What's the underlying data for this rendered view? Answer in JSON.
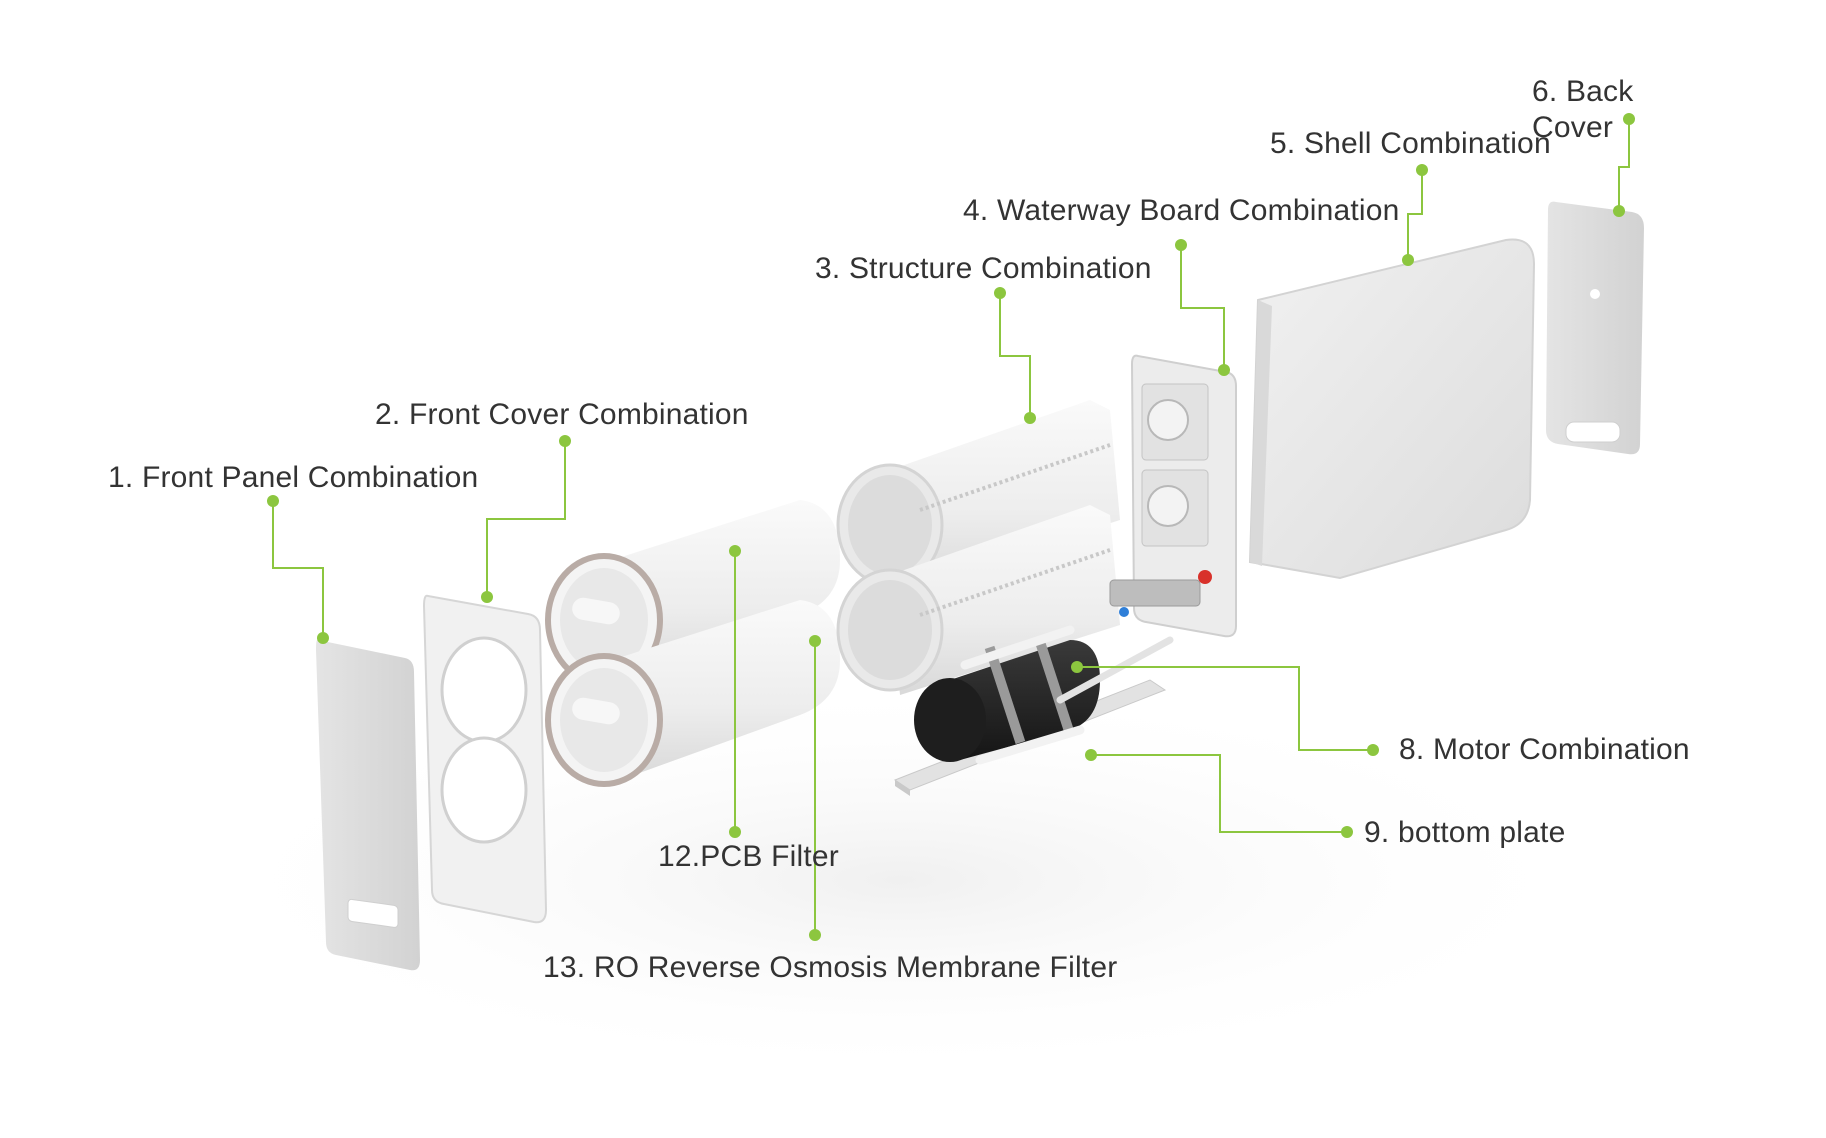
{
  "diagram": {
    "type": "exploded-view",
    "subject": "RO water purifier",
    "accent_color": "#8cc63f",
    "text_color": "#333333",
    "labels": [
      {
        "id": "front-panel",
        "number": 1,
        "text": "1. Front Panel Combination"
      },
      {
        "id": "front-cover",
        "number": 2,
        "text": "2. Front Cover Combination"
      },
      {
        "id": "structure",
        "number": 3,
        "text": "3. Structure Combination"
      },
      {
        "id": "waterway-board",
        "number": 4,
        "text": "4. Waterway Board Combination"
      },
      {
        "id": "shell",
        "number": 5,
        "text": "5. Shell Combination"
      },
      {
        "id": "back-cover",
        "number": 6,
        "text": "6. Back Cover"
      },
      {
        "id": "motor",
        "number": 8,
        "text": "8. Motor Combination"
      },
      {
        "id": "bottom-plate",
        "number": 9,
        "text": "9. bottom plate"
      },
      {
        "id": "pcb-filter",
        "number": 12,
        "text": "12.PCB Filter"
      },
      {
        "id": "ro-membrane",
        "number": 13,
        "text": "13. RO Reverse Osmosis Membrane Filter"
      }
    ]
  }
}
